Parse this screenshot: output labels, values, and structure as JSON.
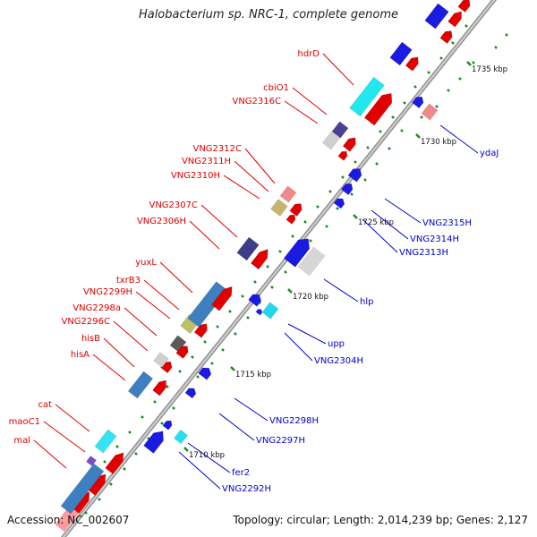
{
  "title": "Halobacterium sp. NRC-1, complete genome",
  "footer": {
    "accession": "Accession: NC_002607",
    "info": "Topology: circular; Length: 2,014,239 bp; Genes: 2,127"
  },
  "colors": {
    "forward_label": "#dd0000",
    "reverse_label": "#0000cc",
    "backbone": "#888888",
    "tick": "#1a8a1a"
  },
  "axis_labels": [
    "1710 kbp",
    "1715 kbp",
    "1720 kbp",
    "1725 kbp",
    "1730 kbp",
    "1735 kbp"
  ],
  "forward_genes": [
    "mal",
    "maoC1",
    "cat",
    "hisA",
    "hisB",
    "VNG2296C",
    "VNG2298a",
    "VNG2299H",
    "txrB3",
    "yuxL",
    "VNG2306H",
    "VNG2307C",
    "VNG2310H",
    "VNG2311H",
    "VNG2312C",
    "VNG2316C",
    "cbiO1",
    "hdrD"
  ],
  "reverse_genes": [
    "VNG2292H",
    "fer2",
    "VNG2297H",
    "VNG2298H",
    "VNG2304H",
    "upp",
    "hlp",
    "VNG2313H",
    "VNG2314H",
    "VNG2315H",
    "ydaJ"
  ]
}
